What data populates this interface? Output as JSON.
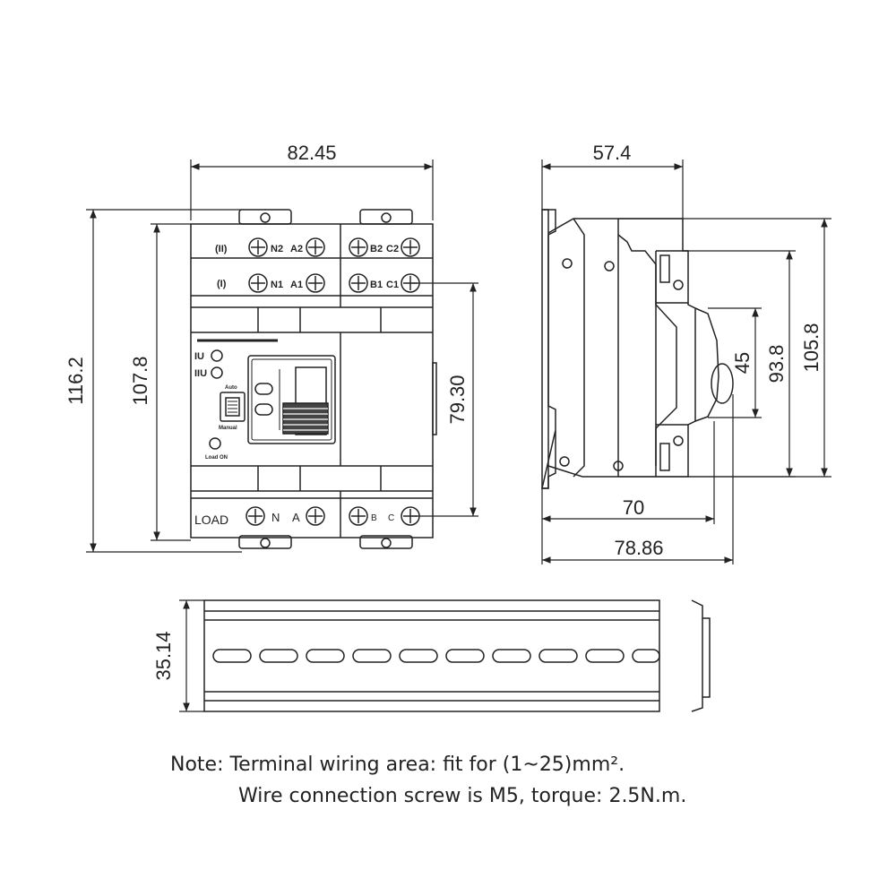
{
  "dimensions": {
    "front_width": "82.45",
    "front_height_total": "116.2",
    "front_height_body": "107.8",
    "front_terminal_spacing": "79.30",
    "side_depth": "57.4",
    "side_height_total": "105.8",
    "side_height_mid": "93.8",
    "side_height_small": "45",
    "side_rail_depth": "70",
    "side_total_depth": "78.86",
    "rail_height": "35.14"
  },
  "front_labels": {
    "row2_mark": "(II)",
    "row1_mark": "(I)",
    "n2": "N2",
    "a2": "A2",
    "b2": "B2",
    "c2": "C2",
    "n1": "N1",
    "a1": "A1",
    "b1": "B1",
    "c1": "C1",
    "load": "LOAD",
    "n": "N",
    "a": "A",
    "b": "B",
    "c": "C",
    "iu": "IU",
    "iiu": "IIU",
    "auto": "Auto",
    "manual": "Manual",
    "load_on": "Load ON"
  },
  "note": {
    "line1": "Note: Terminal wiring area: fit for (1~25)mm².",
    "line2": "Wire connection screw is M5, torque: 2.5N.m."
  },
  "colors": {
    "line": "#222222",
    "background": "#ffffff"
  }
}
